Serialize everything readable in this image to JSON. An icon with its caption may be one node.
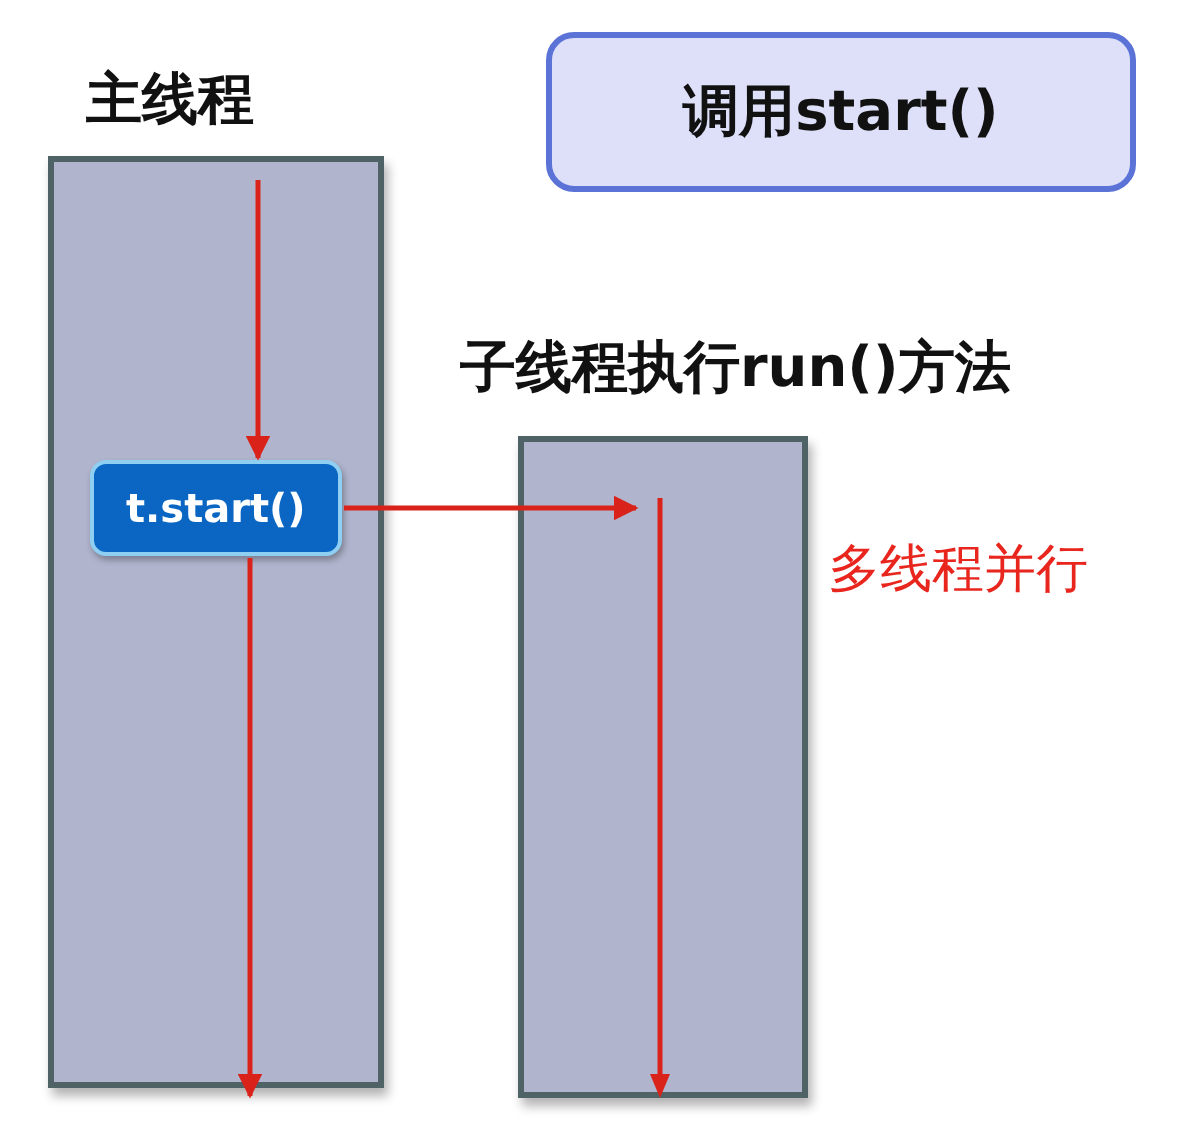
{
  "diagram": {
    "nodes": [
      {
        "text": [
          "主线程"
        ]
      },
      {
        "text": [
          "t.start()"
        ],
        "in": 0
      },
      {
        "text": [
          "子线程执行run()方法"
        ],
        "beside": [
          "多线程并行"
        ]
      },
      {
        "text": [
          "调用start()"
        ]
      }
    ],
    "edges": [
      {
        "from": null,
        "to": 1,
        "arrow": "to"
      },
      {
        "from": 1,
        "to": null,
        "arrow": "to"
      },
      {
        "from": 1,
        "to": 2,
        "arrow": "to"
      }
    ]
  }
}
